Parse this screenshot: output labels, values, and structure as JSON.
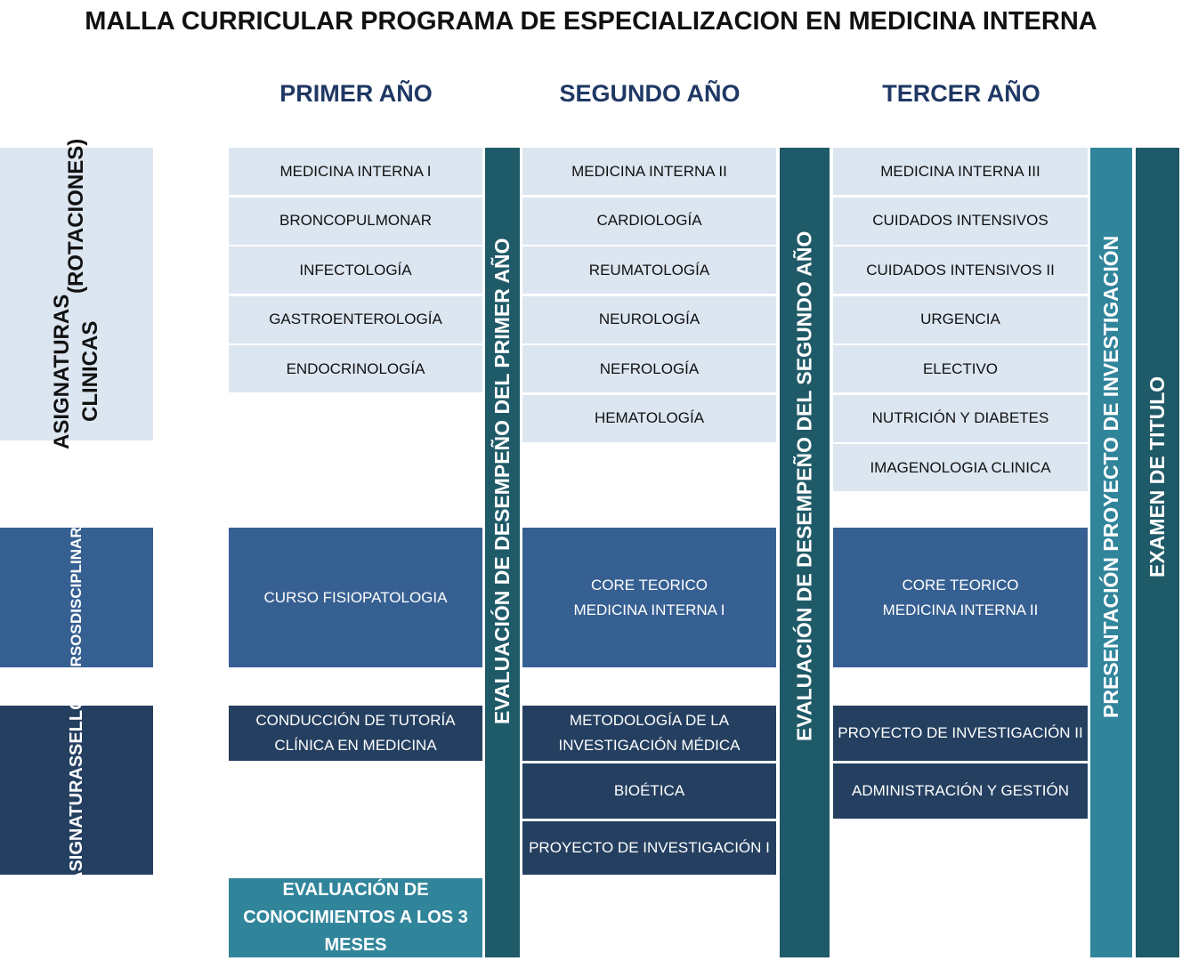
{
  "title": "MALLA CURRICULAR PROGRAMA DE ESPECIALIZACION EN MEDICINA INTERNA",
  "years": [
    "PRIMER AÑO",
    "SEGUNDO AÑO",
    "TERCER AÑO"
  ],
  "categories": {
    "clinicas_1": "ASIGNATURAS CLINICAS",
    "clinicas_2": "(ROTACIONES)",
    "disciplinares_1": "CURSOS",
    "disciplinares_2": "DISCIPLINARES",
    "sello_1": "ASIGNATURAS",
    "sello_2": "SELLO"
  },
  "clinicas": {
    "y1": [
      "MEDICINA INTERNA I",
      "BRONCOPULMONAR",
      "INFECTOLOGÍA",
      "GASTROENTEROLOGÍA",
      "ENDOCRINOLOGÍA"
    ],
    "y2": [
      "MEDICINA INTERNA II",
      "CARDIOLOGÍA",
      "REUMATOLOGÍA",
      "NEUROLOGÍA",
      "NEFROLOGÍA",
      "HEMATOLOGÍA"
    ],
    "y3": [
      "MEDICINA INTERNA III",
      "CUIDADOS INTENSIVOS",
      "CUIDADOS INTENSIVOS  II",
      "URGENCIA",
      "ELECTIVO",
      "NUTRICIÓN Y DIABETES",
      "IMAGENOLOGIA CLINICA"
    ]
  },
  "disciplinares": [
    "CURSO FISIOPATOLOGIA",
    "CORE TEORICO MEDICINA INTERNA I",
    "CORE TEORICO MEDICINA INTERNA II"
  ],
  "sello": {
    "y1": [
      "CONDUCCIÓN DE TUTORÍA CLÍNICA EN MEDICINA"
    ],
    "y2": [
      "METODOLOGÍA DE LA INVESTIGACIÓN MÉDICA",
      "BIOÉTICA",
      "PROYECTO DE INVESTIGACIÓN I"
    ],
    "y3": [
      "PROYECTO DE INVESTIGACIÓN II",
      "ADMINISTRACIÓN Y GESTIÓN"
    ]
  },
  "eval_3_meses": "EVALUACIÓN DE CONOCIMIENTOS A LOS 3 MESES",
  "bars": [
    "EVALUACIÓN DE DESEMPEÑO DEL PRIMER AÑO",
    "EVALUACIÓN DE DESEMPEÑO DEL SEGUNDO AÑO",
    "PRESENTACIÓN PROYECTO DE INVESTIGACIÓN",
    "EXAMEN DE TITULO"
  ]
}
